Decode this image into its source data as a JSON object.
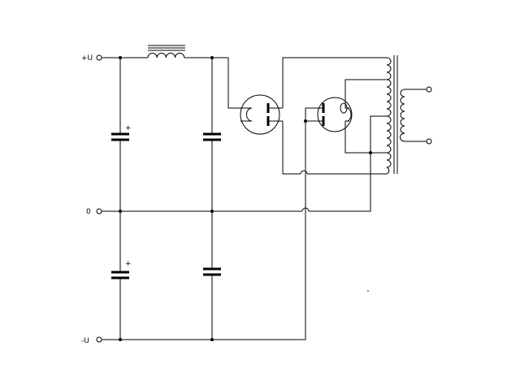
{
  "terminals": {
    "plus": "+U",
    "zero": "0",
    "minus": "-U"
  },
  "capacitor_polarity": {
    "top_left": "+",
    "bottom_left": "+"
  },
  "colors": {
    "background": "#ffffff",
    "wire": "#000000"
  }
}
